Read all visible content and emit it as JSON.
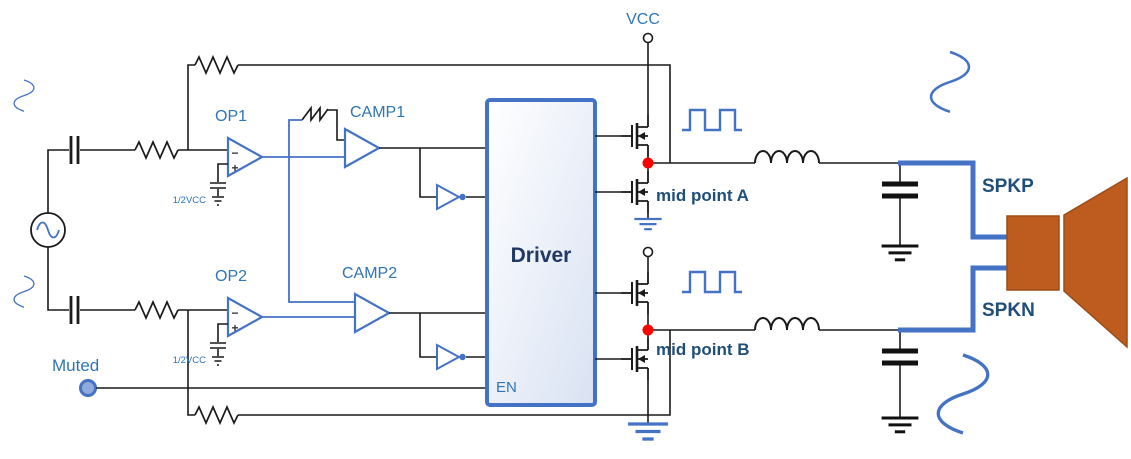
{
  "colors": {
    "accent_blue": "#4472C4",
    "label_blue": "#2E75B6",
    "dark_navy": "#1F4E79",
    "wire_black": "#1a1a1a",
    "node_red": "#FF0000",
    "speaker_brown": "#BE5B1E",
    "speaker_border": "#9C4D16",
    "muted_fill": "#8FAADC"
  },
  "labels": {
    "vcc": "VCC",
    "op1": "OP1",
    "op2": "OP2",
    "camp1": "CAMP1",
    "camp2": "CAMP2",
    "half_vcc": "1/2VCC",
    "driver": "Driver",
    "enable": "EN",
    "mid_point_a": "mid point A",
    "mid_point_b": "mid point B",
    "spkp": "SPKP",
    "spkn": "SPKN",
    "muted": "Muted",
    "op_plus": "+",
    "op_minus": "−"
  }
}
